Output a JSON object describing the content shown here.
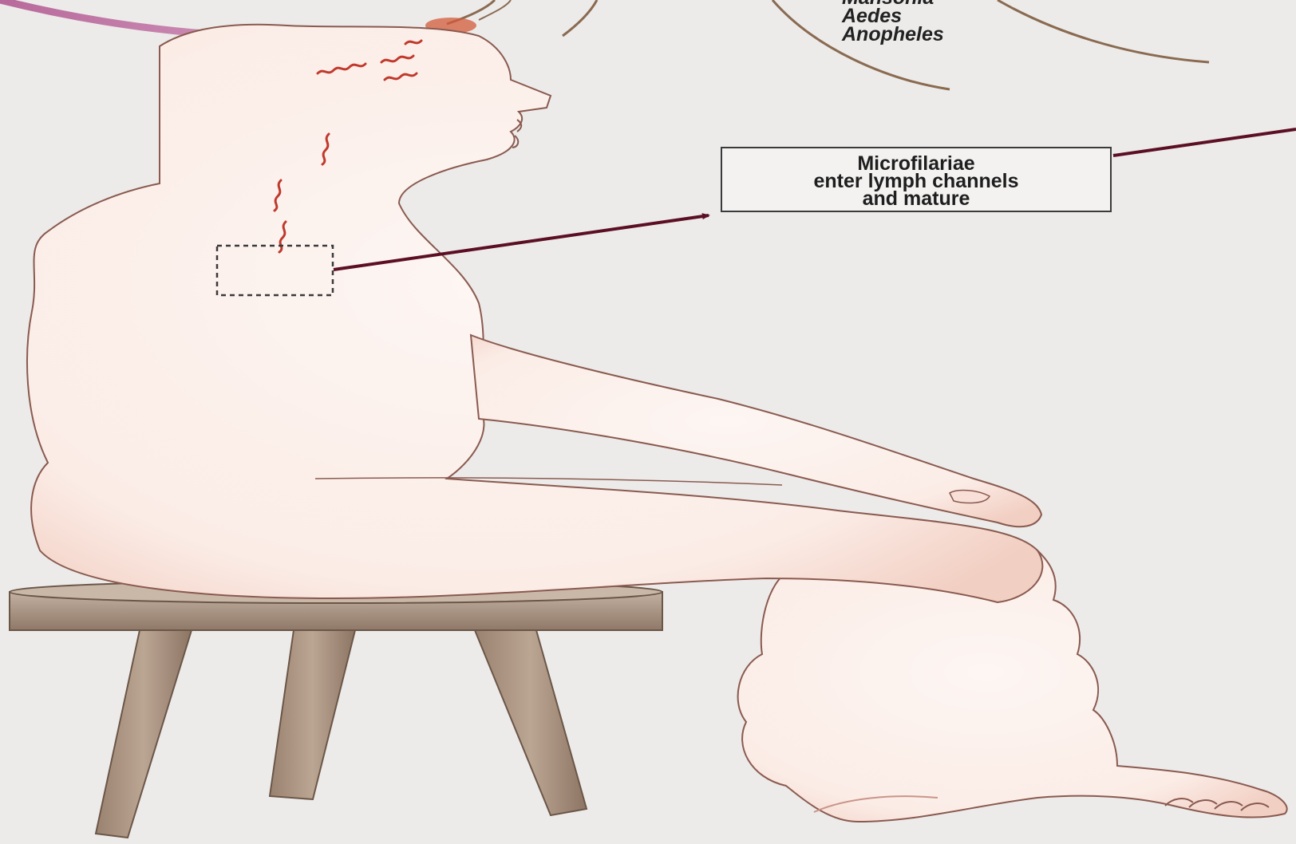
{
  "figure": {
    "vector_genera": [
      "Mansonia",
      "Aedes",
      "Anopheles"
    ],
    "caption_lines": [
      "Microfilariae",
      "enter lymph channels",
      "and mature"
    ]
  },
  "colors": {
    "background": "#ecebea",
    "skin": "#fbe9e3",
    "skin_outline": "#8a5a4f",
    "worm": "#c0392b",
    "arrow": "#5c0f24",
    "stool": "#9f8672"
  }
}
